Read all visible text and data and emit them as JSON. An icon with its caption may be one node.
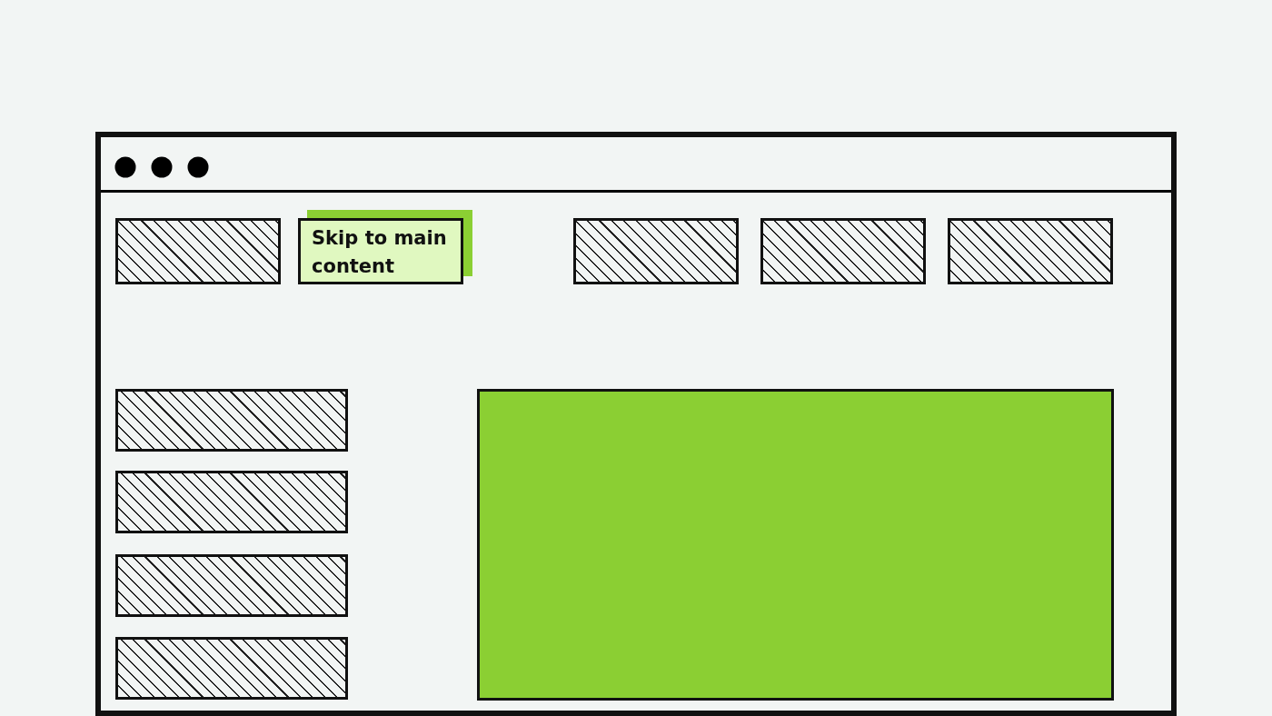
{
  "diagram": {
    "nodes": [
      {
        "text": [],
        "shape": "box"
      },
      {
        "text": [],
        "shape": "box",
        "in": 0
      },
      {
        "text": [
          "Skip to main content"
        ],
        "in": 0
      },
      {
        "text": [],
        "shape": "box",
        "in": 0
      },
      {
        "text": [],
        "shape": "box",
        "in": 0
      },
      {
        "text": [],
        "shape": "box",
        "in": 0
      },
      {
        "text": [],
        "shape": "box",
        "in": 0
      },
      {
        "text": [],
        "shape": "box",
        "in": 0
      },
      {
        "text": [],
        "shape": "box",
        "in": 0
      },
      {
        "text": [],
        "shape": "box",
        "in": 0
      },
      {
        "text": [],
        "shape": "box",
        "in": 0
      }
    ],
    "edges": []
  }
}
